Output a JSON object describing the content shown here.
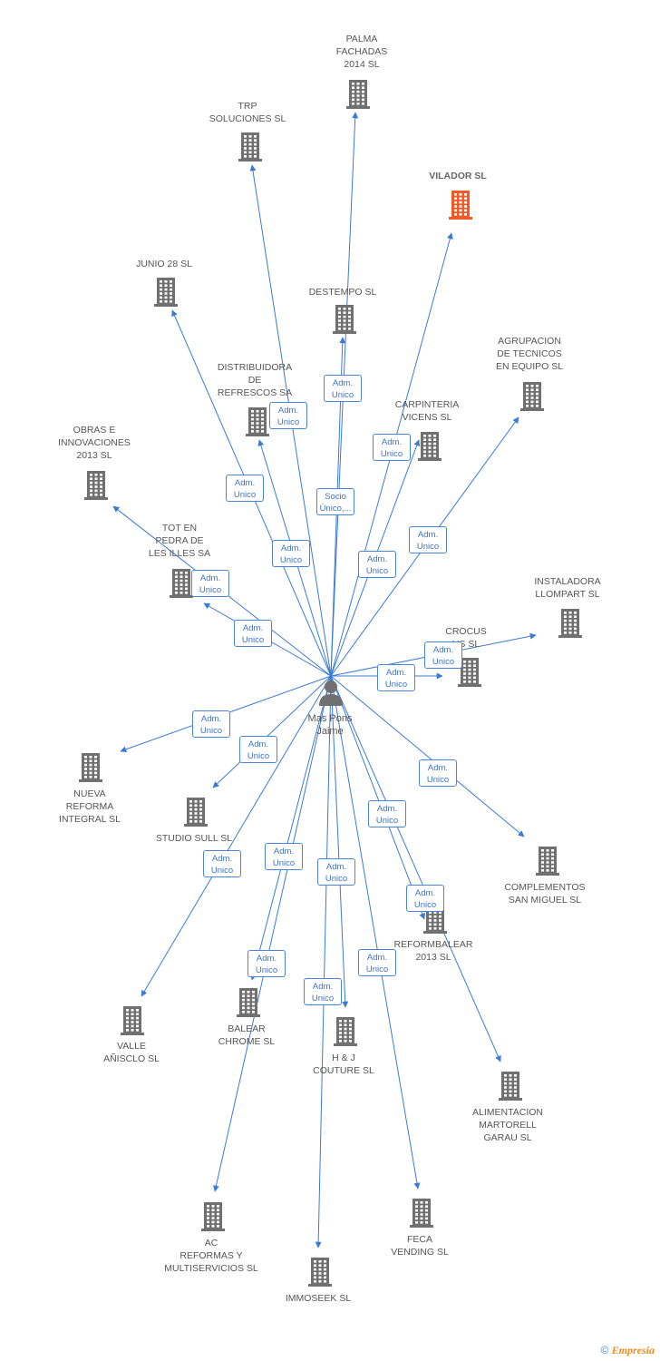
{
  "center": {
    "name": "Mas Pons\nJaime"
  },
  "companies": [
    {
      "id": "palma",
      "label": "PALMA\nFACHADAS\n2014  SL",
      "highlight": false
    },
    {
      "id": "trp",
      "label": "TRP\nSOLUCIONES  SL",
      "highlight": false
    },
    {
      "id": "vilador",
      "label": "VILADOR SL",
      "highlight": true
    },
    {
      "id": "junio",
      "label": "JUNIO 28 SL",
      "highlight": false
    },
    {
      "id": "destempo",
      "label": "DESTEMPO SL",
      "highlight": false
    },
    {
      "id": "agrupacion",
      "label": "AGRUPACION\nDE TECNICOS\nEN EQUIPO SL",
      "highlight": false
    },
    {
      "id": "distribuidora",
      "label": "DISTRIBUIDORA\nDE\nREFRESCOS SA",
      "highlight": false
    },
    {
      "id": "carpinteria",
      "label": "CARPINTERIA\nVICENS SL",
      "highlight": false
    },
    {
      "id": "obras",
      "label": "OBRAS E\nINNOVACIONES\n2013 SL",
      "highlight": false
    },
    {
      "id": "tot",
      "label": "TOT EN\nPEDRA DE\nLES ILLES SA",
      "highlight": false
    },
    {
      "id": "instaladora",
      "label": "INSTALADORA\nLLOMPART  SL",
      "highlight": false
    },
    {
      "id": "crocus",
      "label": "CROCUS\n   US SL",
      "highlight": false
    },
    {
      "id": "nueva",
      "label": "NUEVA\nREFORMA\nINTEGRAL SL",
      "highlight": false
    },
    {
      "id": "studio",
      "label": "STUDIO SULL SL",
      "highlight": false
    },
    {
      "id": "complementos",
      "label": "COMPLEMENTOS\nSAN MIGUEL SL",
      "highlight": false
    },
    {
      "id": "reformbalear",
      "label": "REFORMBALEAR\n2013 SL",
      "highlight": false
    },
    {
      "id": "valle",
      "label": "VALLE\nAÑISCLO SL",
      "highlight": false
    },
    {
      "id": "balear",
      "label": "BALEAR\nCHROME SL",
      "highlight": false
    },
    {
      "id": "hj",
      "label": "H & J\nCOUTURE  SL",
      "highlight": false
    },
    {
      "id": "alimentacion",
      "label": "ALIMENTACION\nMARTORELL\nGARAU  SL",
      "highlight": false
    },
    {
      "id": "ac",
      "label": "AC\nREFORMAS Y\nMULTISERVICIOS SL",
      "highlight": false
    },
    {
      "id": "feca",
      "label": "FECA\nVENDING  SL",
      "highlight": false
    },
    {
      "id": "immoseek",
      "label": "IMMOSEEK SL",
      "highlight": false
    }
  ],
  "edges": [
    {
      "target": "palma",
      "label": "Adm.\nUnico"
    },
    {
      "target": "trp",
      "label": "Adm.\nUnico"
    },
    {
      "target": "vilador",
      "label": "Adm.\nUnico"
    },
    {
      "target": "junio",
      "label": "Adm.\nUnico"
    },
    {
      "target": "destempo",
      "label": "Socio\nÚnico,..."
    },
    {
      "target": "agrupacion",
      "label": "Adm.\nUnico"
    },
    {
      "target": "distribuidora",
      "label": "Adm.\nUnico"
    },
    {
      "target": "carpinteria",
      "label": "Adm.\nUnico"
    },
    {
      "target": "obras",
      "label": "Adm.\nUnico"
    },
    {
      "target": "tot",
      "label": "Adm.\nUnico"
    },
    {
      "target": "instaladora",
      "label": "Adm.\nUnico"
    },
    {
      "target": "crocus",
      "label": "Adm.\nUnico"
    },
    {
      "target": "nueva",
      "label": "Adm.\nUnico"
    },
    {
      "target": "studio",
      "label": "Adm.\nUnico"
    },
    {
      "target": "complementos",
      "label": "Adm.\nUnico"
    },
    {
      "target": "reformbalear",
      "label": "Adm.\nUnico"
    },
    {
      "target": "valle",
      "label": "Adm.\nUnico"
    },
    {
      "target": "balear",
      "label": "Adm.\nUnico"
    },
    {
      "target": "hj",
      "label": "Adm.\nUnico"
    },
    {
      "target": "alimentacion",
      "label": "Adm.\nUnico"
    },
    {
      "target": "ac",
      "label": "Adm.\nUnico"
    },
    {
      "target": "feca",
      "label": "Adm.\nUnico"
    },
    {
      "target": "immoseek",
      "label": "Adm.\nUnico"
    }
  ],
  "colors": {
    "edge": "#3a7bd5",
    "building": "#707070",
    "building_highlight": "#f05a28",
    "person": "#707070"
  },
  "footer": {
    "copyright": "©",
    "brand": "Empresia"
  }
}
